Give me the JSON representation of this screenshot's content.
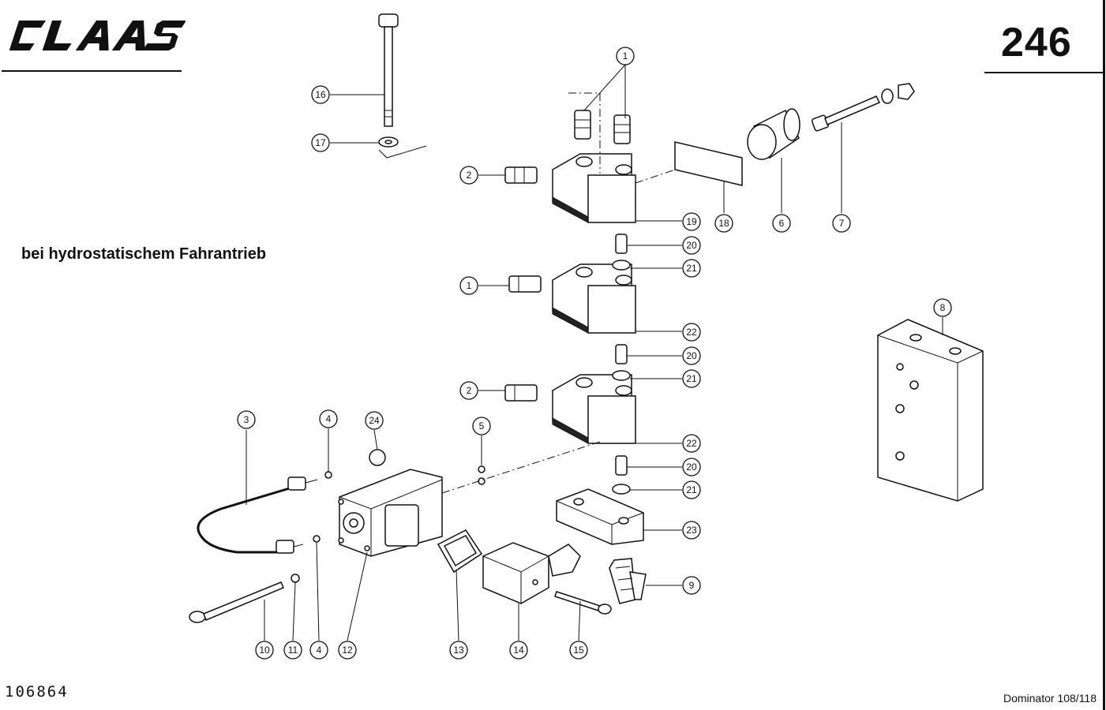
{
  "header": {
    "brand": "CLAAS",
    "page_number": "246"
  },
  "caption": "bei hydrostatischem Fahrantrieb",
  "footer": {
    "drawing_number": "106864",
    "model": "Dominator 108/118"
  },
  "callouts": [
    "1",
    "16",
    "17",
    "2",
    "19",
    "18",
    "6",
    "7",
    "20",
    "21",
    "1",
    "22",
    "20",
    "21",
    "2",
    "22",
    "8",
    "3",
    "4",
    "24",
    "5",
    "20",
    "21",
    "23",
    "9",
    "10",
    "11",
    "4",
    "12",
    "13",
    "14",
    "15"
  ]
}
